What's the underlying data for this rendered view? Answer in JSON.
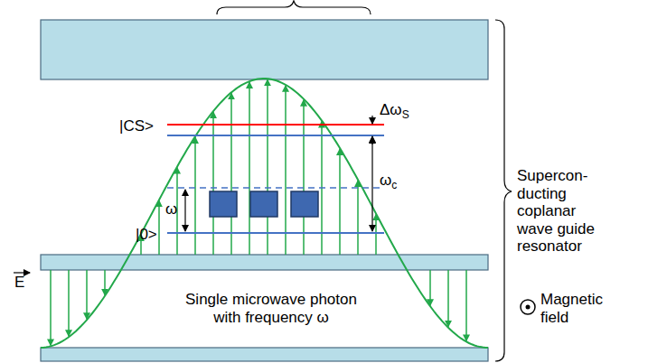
{
  "diagram": {
    "labels": [
      "|CS>",
      "ΔωS",
      "ωc",
      "ω",
      "|0>",
      "E",
      "Single microwave photon with frequency ω",
      "Supercon- ducting coplanar wave guide resonator",
      "Magnetic field"
    ]
  }
}
